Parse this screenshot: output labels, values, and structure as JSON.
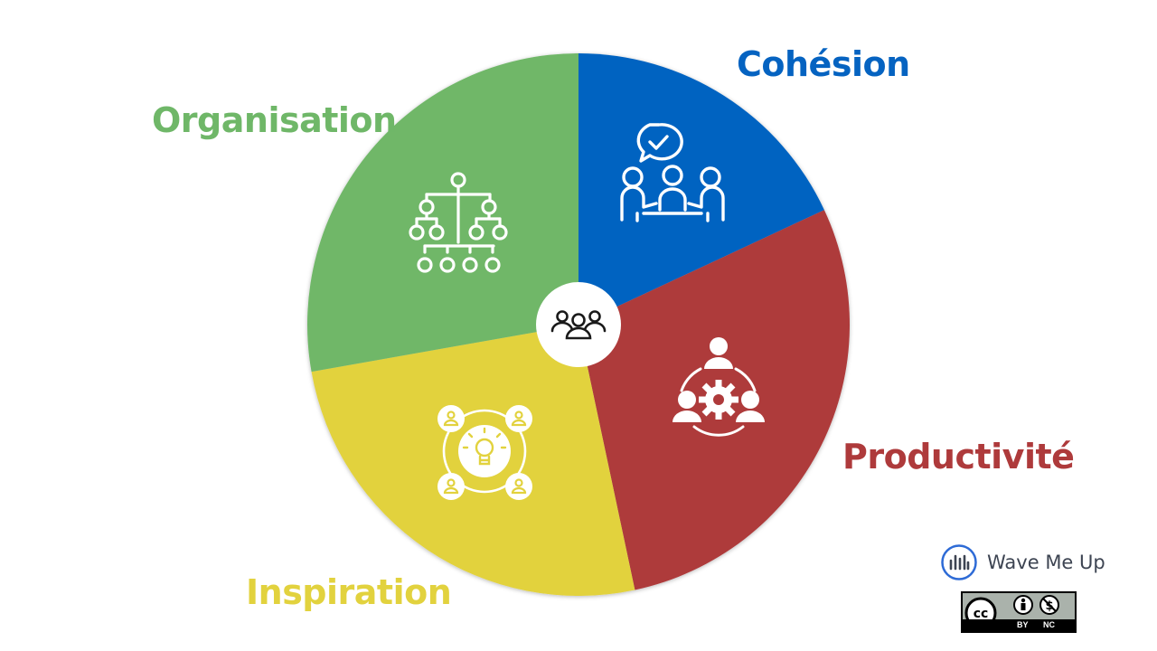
{
  "segments": [
    {
      "id": "cohesion",
      "label": "Cohésion",
      "color": "#0563c1",
      "icon": "team-meeting-check-icon",
      "start_deg": 0,
      "end_deg": 65
    },
    {
      "id": "productivite",
      "label": "Productivité",
      "color": "#ae3a3b",
      "icon": "team-gear-icon",
      "start_deg": 65,
      "end_deg": 168
    },
    {
      "id": "inspiration",
      "label": "Inspiration",
      "color": "#e2d23e",
      "icon": "idea-network-icon",
      "start_deg": 168,
      "end_deg": 260
    },
    {
      "id": "organisation",
      "label": "Organisation",
      "color": "#6fb768",
      "icon": "org-chart-icon",
      "start_deg": 260,
      "end_deg": 360
    }
  ],
  "center": {
    "icon": "group-icon"
  },
  "logo": {
    "text": "Wave Me Up",
    "icon": "wave-me-up-logo-icon"
  },
  "license": {
    "icon": "cc-icon",
    "terms": [
      "BY",
      "NC"
    ]
  }
}
